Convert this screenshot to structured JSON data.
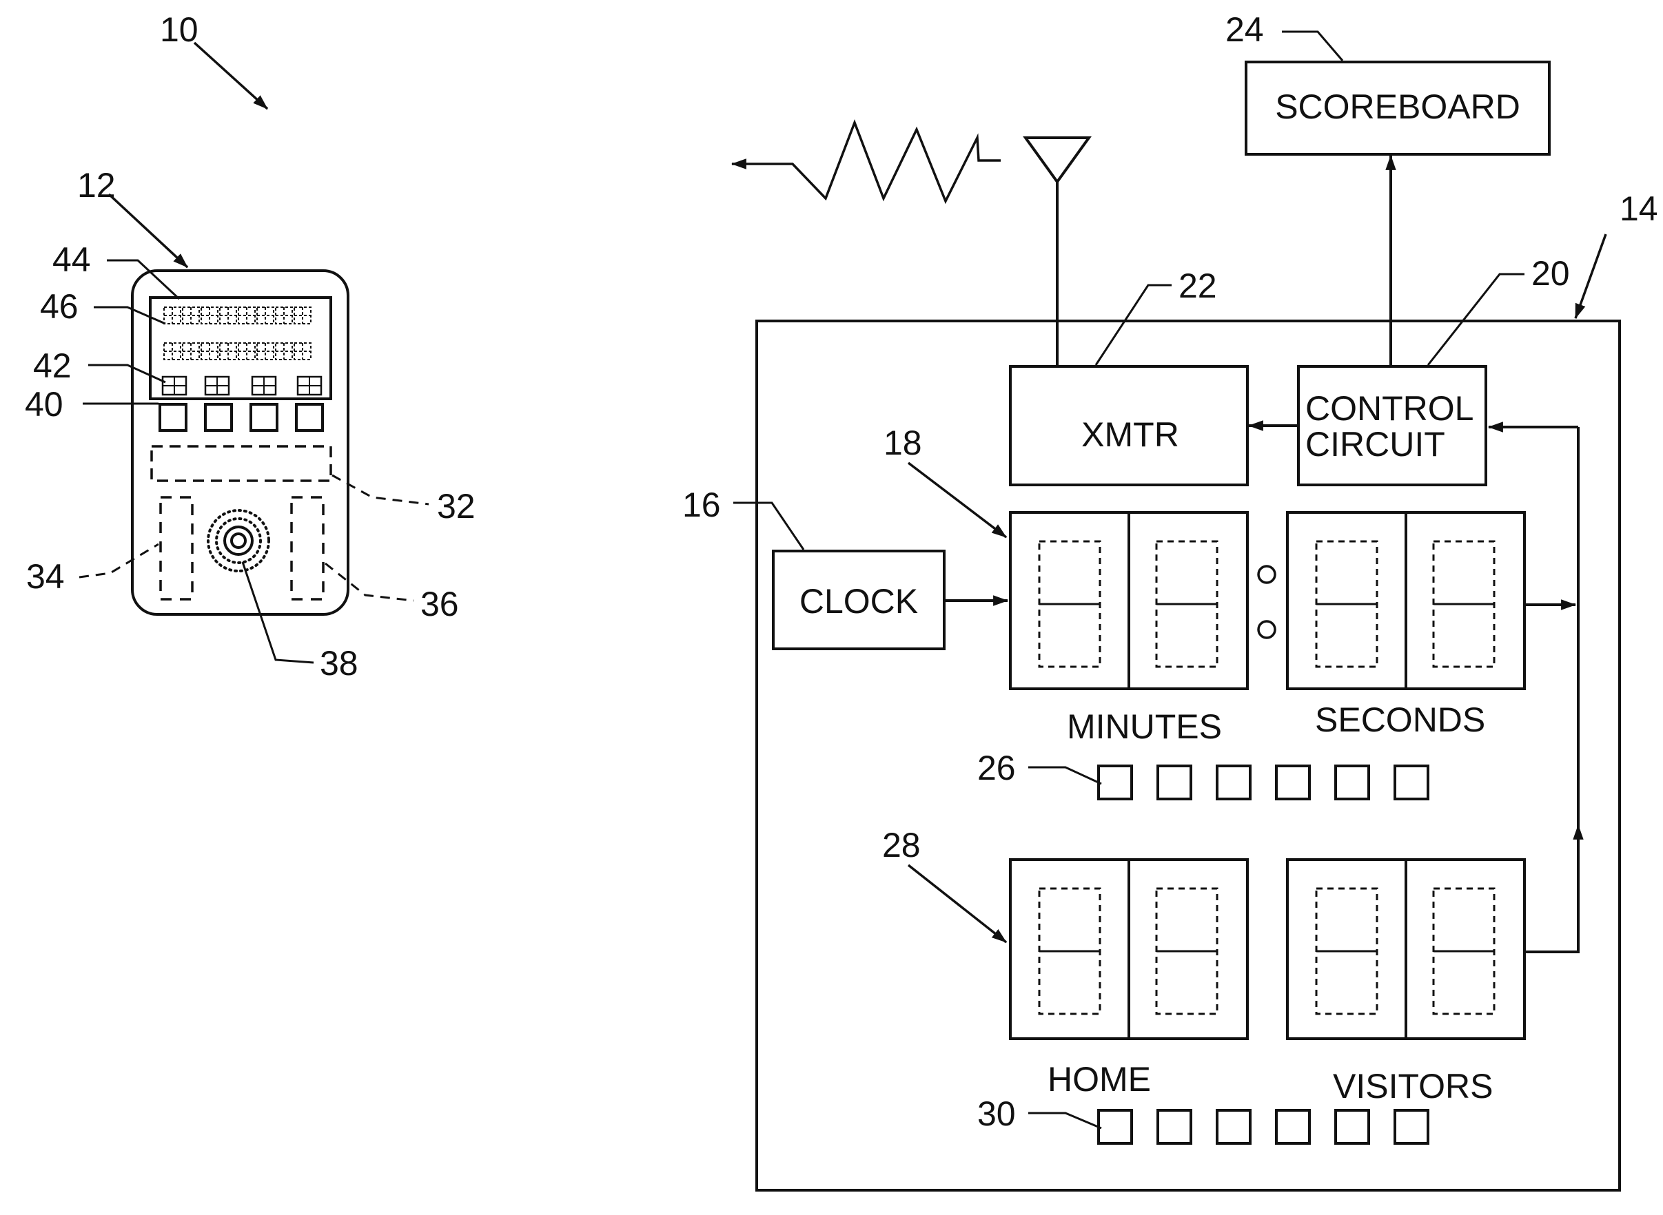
{
  "figure": {
    "ink": "#111111",
    "refs": {
      "system": "10",
      "handheld": "12",
      "control_unit": "14",
      "clock": "16",
      "timer_display": "18",
      "control_circuit": "20",
      "transmitter": "22",
      "scoreboard": "24",
      "timer_buttons": "26",
      "score_display": "28",
      "score_buttons": "30",
      "receiver": "32",
      "battery_left": "34",
      "battery_right": "36",
      "speaker": "38",
      "handheld_buttons": "40",
      "handheld_lcd": "42",
      "handheld_screen": "44",
      "handheld_matrix": "46"
    },
    "blocks": {
      "scoreboard": "SCOREBOARD",
      "xmtr": "XMTR",
      "control_line1": "CONTROL",
      "control_line2": "CIRCUIT",
      "clock": "CLOCK"
    },
    "labels": {
      "minutes": "MINUTES",
      "seconds": "SECONDS",
      "home": "HOME",
      "visitors": "VISITORS"
    }
  }
}
